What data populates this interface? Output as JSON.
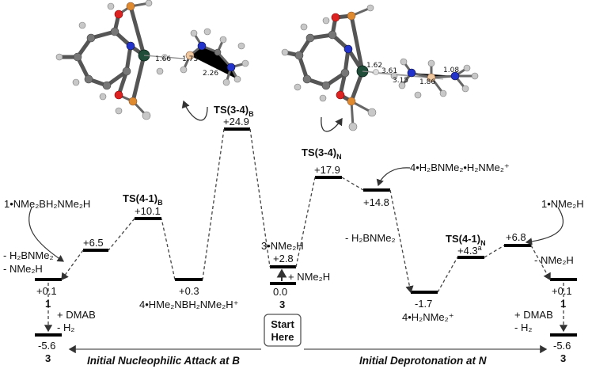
{
  "mechanism_a": {
    "title": "Initial Nucleophilic Attack at B",
    "ts34b": "TS(3-4)",
    "ts34b_sub": "B",
    "ts34b_energy": "+24.9",
    "ts41b": "TS(4-1)",
    "ts41b_sub": "B",
    "ts41b_energy": "+10.1",
    "int1_label": "1•NMe₂BH₂NMe₂H",
    "int1_energy": "+6.5",
    "loss1": "- H₂BNMe₂",
    "loss2": "- NMe₂H",
    "prod1_energy": "+0.1",
    "prod1_label": "1",
    "dmab": "+ DMAB",
    "h2": "- H₂",
    "final_energy": "-5.6",
    "final_label": "3",
    "int4_energy": "+0.3",
    "int4_label": "4•HMe₂NBH₂NMe₂H⁺"
  },
  "center": {
    "complex_label": "3•NMe₂H",
    "complex_energy": "+2.8",
    "add": "+ NMe₂H",
    "start_energy": "0.0",
    "start_label": "3",
    "button": [
      "Start",
      "Here"
    ]
  },
  "mechanism_b": {
    "title": "Initial Deprotonation at N",
    "ts34n": "TS(3-4)",
    "ts34n_sub": "N",
    "ts34n_energy": "+17.9",
    "int_label": "4•H₂BNMe₂•H₂NMe₂⁺",
    "int_energy": "+14.8",
    "loss": "- H₂BNMe₂",
    "int4_energy": "-1.7",
    "int4_label": "4•H₂NMe₂⁺",
    "ts41n": "TS(4-1)",
    "ts41n_sub": "N",
    "ts41n_energy": "+4.3",
    "ts41n_sup": "a",
    "int1_label": "1•NMe₂H",
    "int1_energy": "+6.8",
    "loss2": "- NMe₂H",
    "prod1_energy": "+0.1",
    "prod1_label": "1",
    "dmab": "+ DMAB",
    "h2": "- H₂",
    "final_energy": "-5.6",
    "final_label": "3"
  },
  "structures": {
    "left_dists": [
      "1.66",
      "1.73",
      "2.26"
    ],
    "right_dists": [
      "1.62",
      "3.61",
      "3.15",
      "1.86",
      "1.08"
    ]
  }
}
